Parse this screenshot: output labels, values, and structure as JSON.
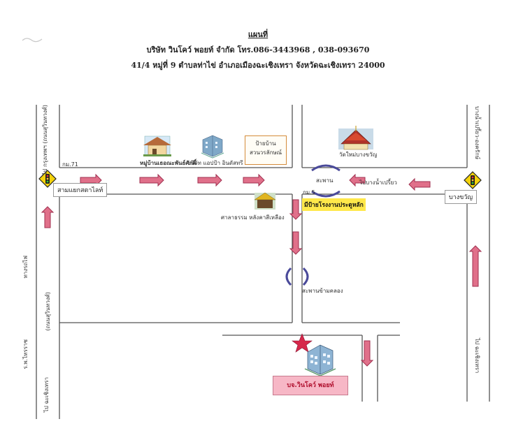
{
  "header": {
    "title": "แผนที่",
    "company_line": "บริษัท วินโคว์ พอยท์ จำกัด โทร.086-3443968 , 038-093670",
    "address_line": "41/4 หมู่ที่ 9 ตำบลท่าไข่ อำเภอเมืองฉะเชิงเทรา จังหวัดฉะเชิงเทรา 24000"
  },
  "roads": {
    "left_top": "ไป กรุงเทพฯ (ถนนสุวินทวงศ์)",
    "left_west_side": "ทางรถไฟ",
    "left_middle": "(ถนนสุวินทวงศ์)",
    "left_bottom_side": "ร.พ.ไทรราช",
    "left_bottom": "ไป ฉะเชิงเทรา",
    "right_top": "บางน้ำเปรี้ยว-องครักษ์",
    "right_bottom": "ไป ฉะเชิงเทรา",
    "to_bang_nam_priao": "ไปบางน้ำเปรี้ยว"
  },
  "km_markers": {
    "left": "กม.71",
    "middle": "กม.5"
  },
  "junctions": {
    "left_box": "สามแยกสตาไลท์",
    "right_box": "บางขวัญ"
  },
  "landmarks": {
    "village": "หมู่บ้านเธอณะพันธ์ศักดิ์",
    "factory": "บริษัท แอปป้า อินดัสทรี",
    "sign_line1": "ป้ายบ้าน",
    "sign_line2": "สวนวรลักษณ์",
    "temple": "วัดใหม่บางขวัญ",
    "bridge_top": "สะพาน",
    "shrine": "ศาลาธรรม หลังคาสีเหลือง",
    "factory_sign": "มีป้ายโรงงานประตูหลัก",
    "canal_bridge": "สะพานข้ามคลอง",
    "company": "บจ.วินโคว์ พอยท์"
  },
  "colors": {
    "road_line": "#555555",
    "arrow_fill": "#e0708a",
    "arrow_stroke": "#a03050",
    "bridge": "#4a4a9a",
    "highlight": "#ffe84a",
    "star": "#d6284a",
    "company_box": "#f7b7c6",
    "signal": "#f3d20c"
  },
  "icons": {
    "traffic_signal": "traffic-light-diamond-icon",
    "arrow": "route-arrow-icon",
    "building": "building-icon",
    "temple": "temple-icon",
    "house": "house-icon",
    "star": "destination-star-icon"
  }
}
